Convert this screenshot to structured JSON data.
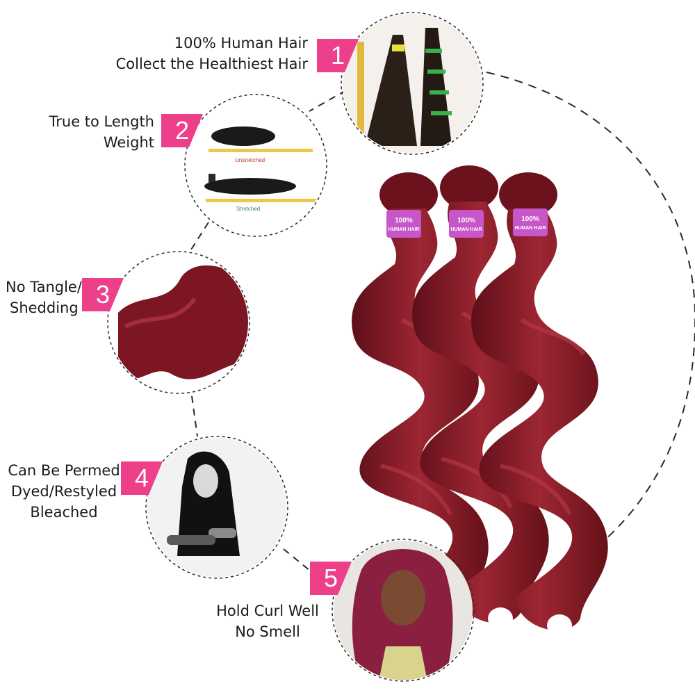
{
  "colors": {
    "accent_pink": "#ee3f8b",
    "hair_burgundy": "#7a1622",
    "hair_burgundy_light": "#9d2633",
    "tag_purple": "#c756c9",
    "dashed_line": "#2a2a2a"
  },
  "features": [
    {
      "number": "1",
      "lines": [
        "100% Human Hair",
        "Collect the Healthiest Hair"
      ],
      "image": "raw-hair-bundles-photo"
    },
    {
      "number": "2",
      "lines": [
        "True to Length",
        "Weight"
      ],
      "image": "curly-hair-length-photo",
      "captions": [
        "Unstretched",
        "Stretched"
      ]
    },
    {
      "number": "3",
      "lines": [
        "No Tangle/",
        "Shedding"
      ],
      "image": "hair-wave-closeup-photo"
    },
    {
      "number": "4",
      "lines": [
        "Can Be Permed",
        "Dyed/Restyled",
        "Bleached"
      ],
      "image": "woman-styling-hair-photo"
    },
    {
      "number": "5",
      "lines": [
        "Hold Curl Well",
        "No Smell"
      ],
      "image": "woman-burgundy-curls-photo"
    }
  ],
  "product": {
    "bundle_tag_line1": "100%",
    "bundle_tag_line2": "HUMAN HAIR",
    "bundle_count": 3
  }
}
